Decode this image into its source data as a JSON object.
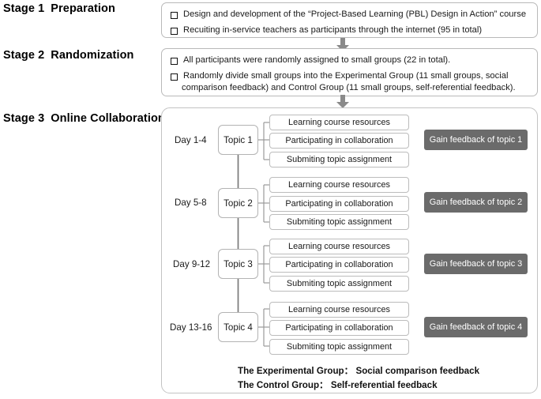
{
  "stages": [
    {
      "num": "Stage 1",
      "title": "Preparation",
      "bullets": [
        "Design and development of the “Project-Based Learning (PBL) Design in Action” course",
        "Recuiting in-service teachers as participants through the internet (95 in total)"
      ]
    },
    {
      "num": "Stage 2",
      "title": "Randomization",
      "bullets": [
        "All participants were randomly assigned to small groups (22 in total).",
        "Randomly divide small groups into the Experimental Group (11 small groups, social"
      ],
      "continuation": "comparison feedback) and Control Group (11 small groups, self-referential feedback)."
    },
    {
      "num": "Stage 3",
      "title": "Online Collaboration"
    }
  ],
  "tasks": [
    "Learning course resources",
    "Participating in collaboration",
    "Submiting topic assignment"
  ],
  "rows": [
    {
      "day": "Day 1-4",
      "topic": "Topic 1",
      "feedback": "Gain feedback of topic 1"
    },
    {
      "day": "Day 5-8",
      "topic": "Topic 2",
      "feedback": "Gain feedback of topic 2"
    },
    {
      "day": "Day 9-12",
      "topic": "Topic 3",
      "feedback": "Gain feedback of topic 3"
    },
    {
      "day": "Day 13-16",
      "topic": "Topic 4",
      "feedback": "Gain feedback of topic 4"
    }
  ],
  "notes": [
    "The Experimental Group：  Social comparison feedback",
    "The Control Group：  Self-referential feedback"
  ],
  "colors": {
    "feedback_bg": "#6b6b6b",
    "feedback_text": "#ffffff",
    "box_border": "#b9b9b9",
    "arrow": "#808080",
    "connector": "#7a7a7a"
  }
}
